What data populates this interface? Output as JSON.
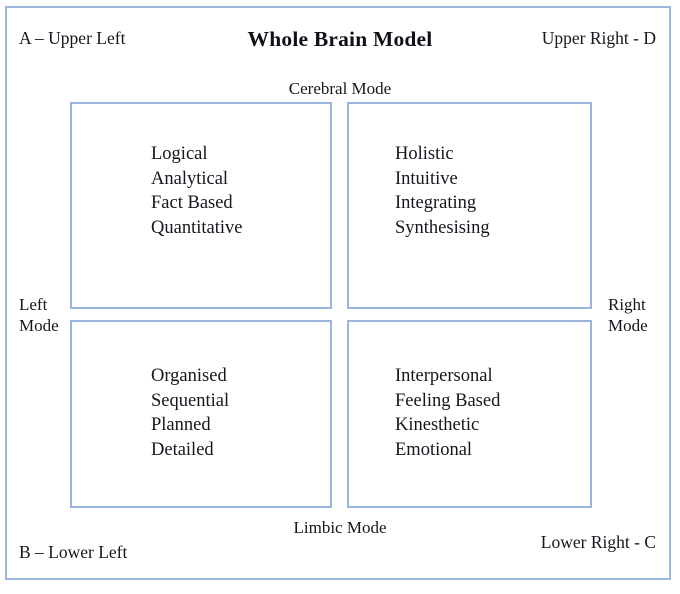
{
  "diagram": {
    "title": "Whole Brain Model",
    "axes": {
      "top": "Cerebral Mode",
      "bottom": "Limbic Mode",
      "left": "Left\nMode",
      "left_line1": "Left",
      "left_line2": "Mode",
      "right_line1": "Right",
      "right_line2": "Mode"
    },
    "corners": {
      "upper_left": "A – Upper Left",
      "upper_right": "Upper Right - D",
      "lower_left": "B – Lower Left",
      "lower_right": "Lower Right - C"
    },
    "colors": {
      "border": "#9ab5dd",
      "frame": "#9db7dd",
      "text": "#16161e",
      "background": "#ffffff"
    },
    "quadrants": [
      {
        "key": "upper_left",
        "code": "A",
        "terms": [
          "Logical",
          "Analytical",
          "Fact Based",
          "Quantitative"
        ]
      },
      {
        "key": "upper_right",
        "code": "D",
        "terms": [
          "Holistic",
          "Intuitive",
          "Integrating",
          "Synthesising"
        ]
      },
      {
        "key": "lower_left",
        "code": "B",
        "terms": [
          "Organised",
          "Sequential",
          "Planned",
          "Detailed"
        ]
      },
      {
        "key": "lower_right",
        "code": "C",
        "terms": [
          "Interpersonal",
          "Feeling Based",
          "Kinesthetic",
          "Emotional"
        ]
      }
    ]
  }
}
